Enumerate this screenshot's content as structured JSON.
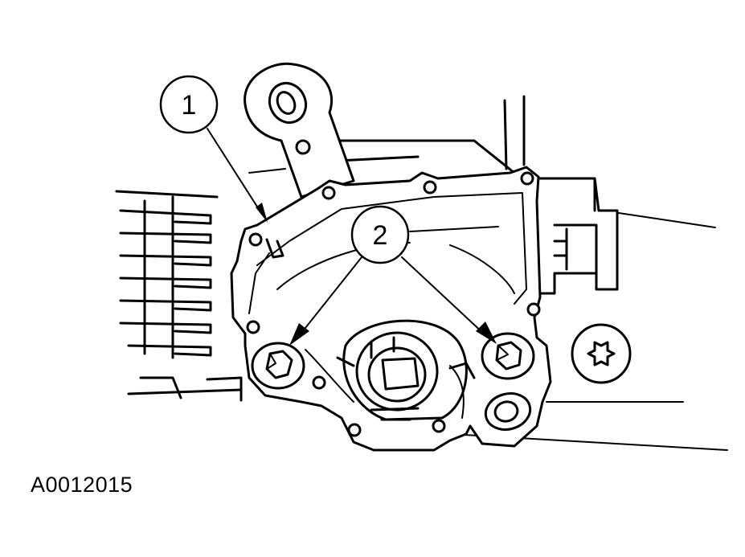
{
  "figure": {
    "id": "A0012015",
    "callouts": [
      {
        "label": "1"
      },
      {
        "label": "2"
      }
    ],
    "colors": {
      "line": "#000000",
      "background": "#ffffff"
    }
  }
}
